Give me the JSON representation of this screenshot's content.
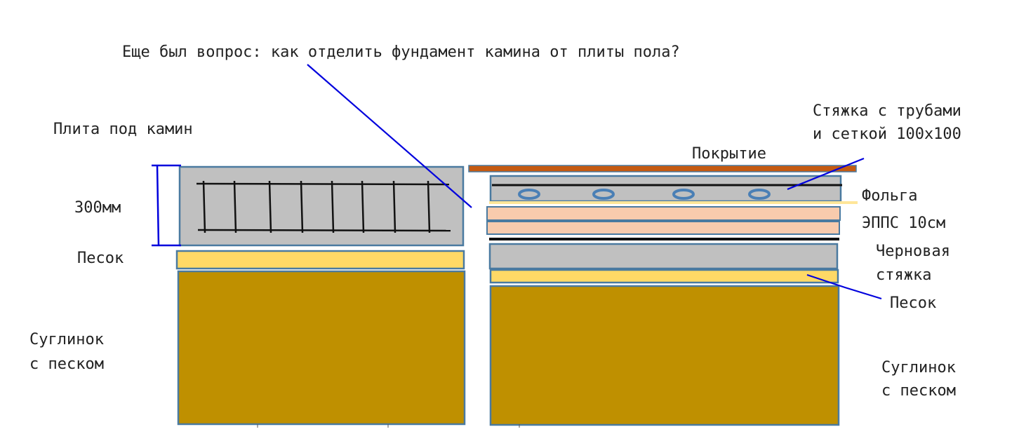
{
  "title": "Еще был вопрос: как отделить фундамент камина от плиты пола?",
  "left": {
    "slab_label": "Плита под камин",
    "thickness_label": "300мм",
    "sand_label": "Песок",
    "soil_label_line1": "Суглинок",
    "soil_label_line2": "с песком"
  },
  "right": {
    "screed_label_line1": "Стяжка с трубами",
    "screed_label_line2": "и сеткой 100x100",
    "covering_label": "Покрытие",
    "foil_label": "Фольга",
    "xps_label": "ЭППС 10см",
    "rough_label_line1": "Черновая",
    "rough_label_line2": "стяжка",
    "sand_label": "Песок",
    "soil_label_line1": "Суглинок",
    "soil_label_line2": "с песком"
  },
  "colors": {
    "concrete": "#c0c0c0",
    "border": "#4a7aa0",
    "sand": "#ffd966",
    "soil": "#bf9000",
    "xps": "#f8cbad",
    "covering": "#c55a11",
    "foil": "#fff2b3",
    "pipe": "#4a7fb5",
    "leader": "#0000dd",
    "rebar": "#111111"
  }
}
